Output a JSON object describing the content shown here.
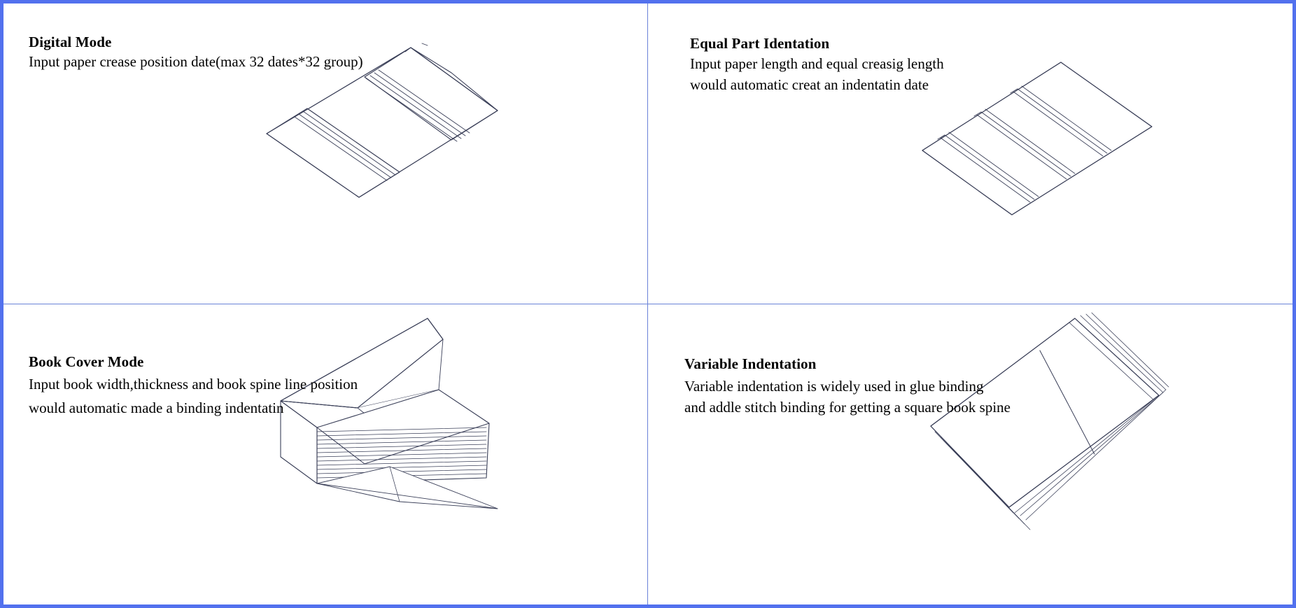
{
  "document": {
    "border_color": "#5271ee",
    "divider_color": "#6a83d8",
    "line_art_color": "#3a3f58"
  },
  "panels": {
    "digital_mode": {
      "heading": "Digital Mode",
      "lines": [
        "Input paper crease position date(max 32 dates*32 group)"
      ],
      "illustration_name": "isometric-creased-paper-sheet"
    },
    "equal_part": {
      "heading": "Equal Part Identation",
      "lines": [
        "Input paper length and equal creasig length",
        "would automatic creat an indentatin date"
      ],
      "illustration_name": "isometric-equally-creased-paper"
    },
    "book_cover": {
      "heading": "Book Cover Mode",
      "lines": [
        "Input book width,thickness and book spine line position",
        "would automatic made a binding indentatin"
      ],
      "illustration_name": "isometric-book-cover-with-stacked-pages"
    },
    "variable_indentation": {
      "heading": "Variable Indentation",
      "lines": [
        "Variable indentation is widely used in glue binding",
        "and  addle stitch binding for getting a square book spine"
      ],
      "illustration_name": "isometric-open-book-square-spine"
    }
  }
}
